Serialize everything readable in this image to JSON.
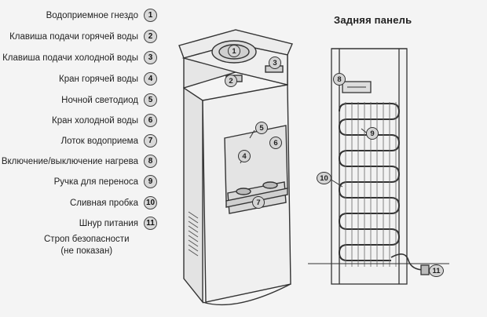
{
  "legend": [
    {
      "num": "1",
      "label": "Водоприемное гнездо"
    },
    {
      "num": "2",
      "label": "Клавиша подачи горячей воды"
    },
    {
      "num": "3",
      "label": "Клавиша подачи холодной воды"
    },
    {
      "num": "4",
      "label": "Кран горячей воды"
    },
    {
      "num": "5",
      "label": "Ночной светодиод"
    },
    {
      "num": "6",
      "label": "Кран холодной воды"
    },
    {
      "num": "7",
      "label": "Лоток водоприема"
    },
    {
      "num": "8",
      "label": "Включение/выключение нагрева"
    },
    {
      "num": "9",
      "label": "Ручка для переноса"
    },
    {
      "num": "10",
      "label": "Сливная пробка"
    },
    {
      "num": "11",
      "label": "Шнур питания"
    }
  ],
  "note": {
    "line1": "Строп безопасности",
    "line2": "(не показан)"
  },
  "rear_title": "Задняя панель",
  "front_pins": [
    "1",
    "2",
    "3",
    "4",
    "5",
    "6",
    "7"
  ],
  "rear_pins": [
    "8",
    "9",
    "10",
    "11"
  ]
}
